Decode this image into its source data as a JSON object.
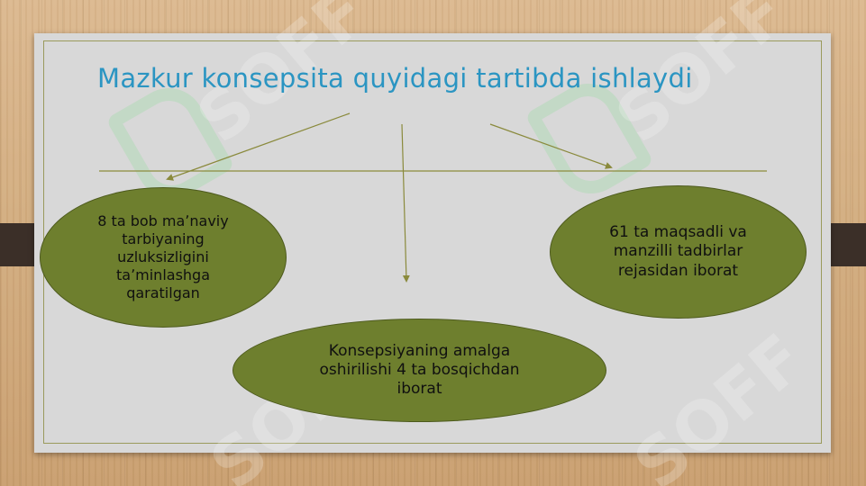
{
  "slide": {
    "title": "Mazkur konsepsita quyidagi tartibda ishlaydi",
    "watermark_text": "SOFF"
  },
  "nodes": {
    "left": "8 ta bob maʼnaviy tarbiyaning uzluksizligini taʼminlashga qaratilgan",
    "right": "61 ta maqsadli va manzilli tadbirlar rejasidan iborat",
    "bottom": "Konsepsiyaning amalga oshirilishi 4 ta bosqichdan iborat"
  },
  "colors": {
    "title": "#2b95c2",
    "node_fill": "#6e7f2e",
    "connector": "#8a8a3c",
    "board": "#d8d8d8"
  }
}
